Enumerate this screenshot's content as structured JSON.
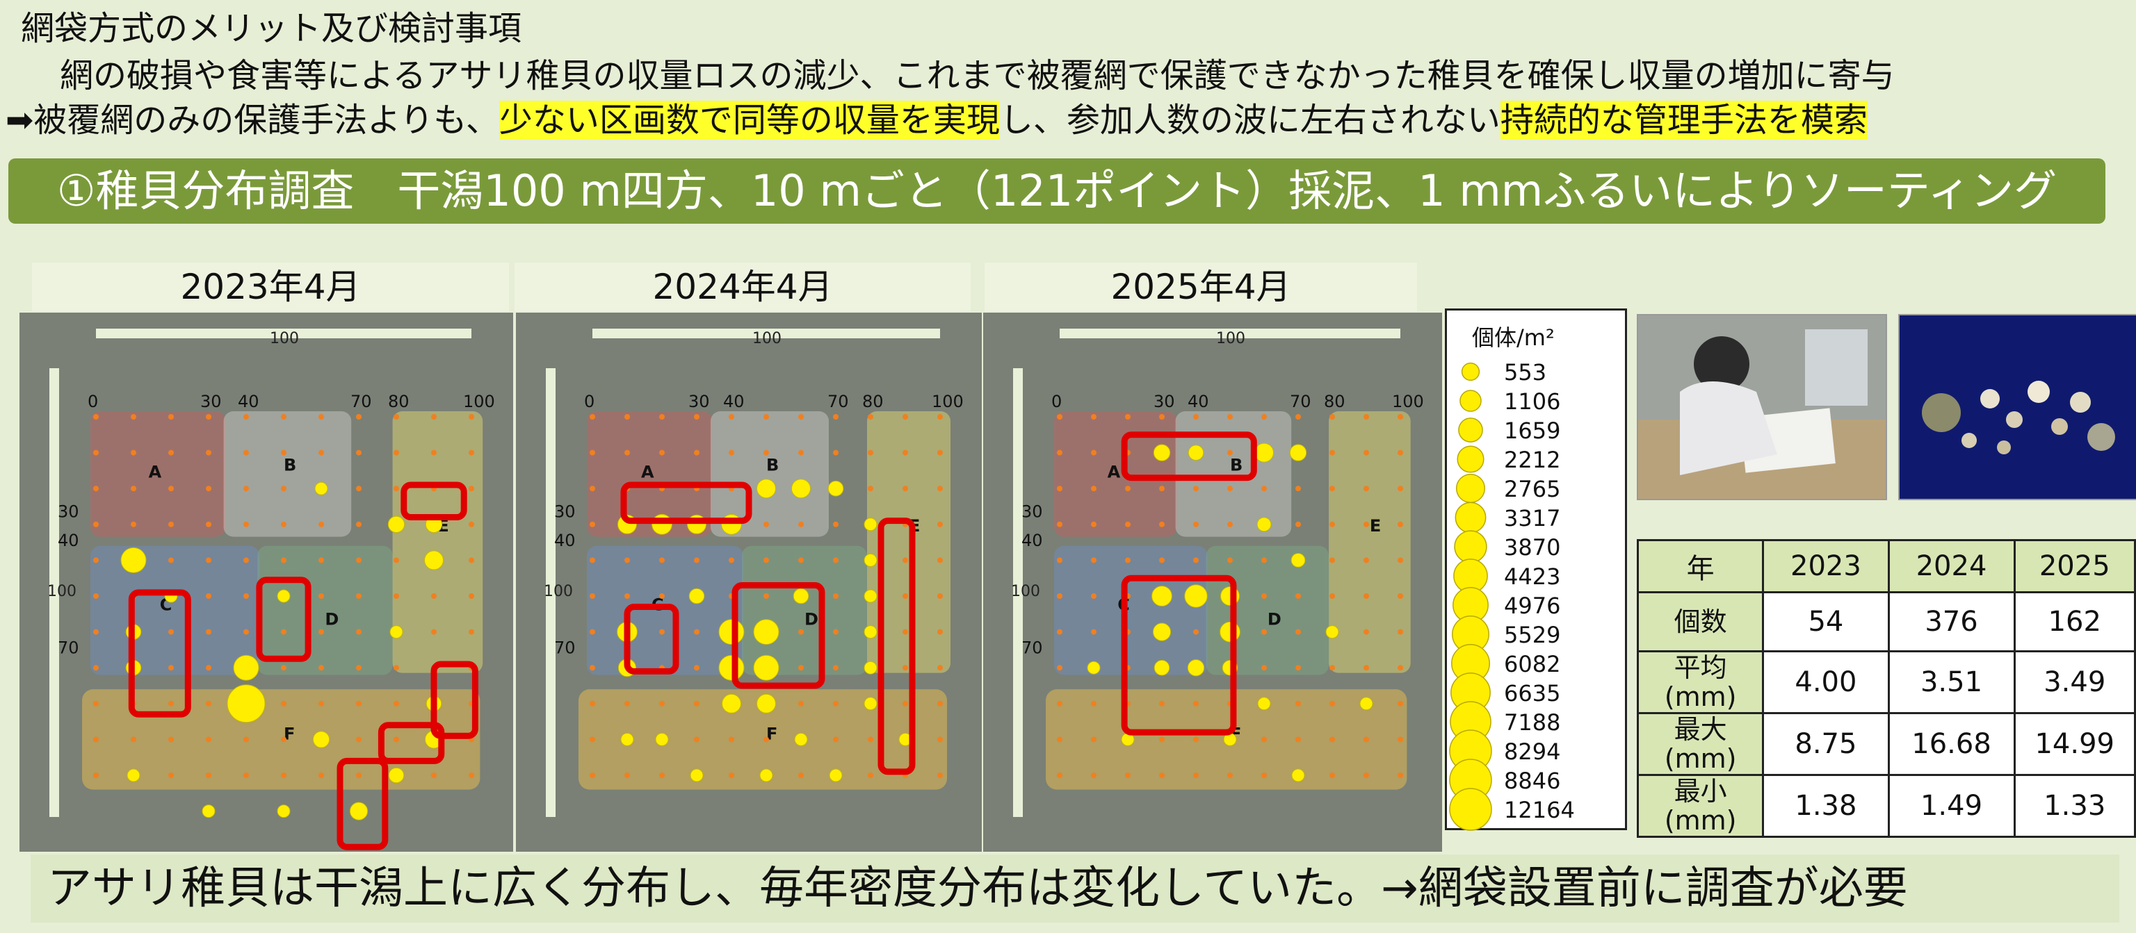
{
  "header": {
    "title": "網袋方式のメリット及び検討事項",
    "line1": "網の破損や食害等によるアサリ稚貝の収量ロスの減少、これまで被覆網で保護できなかった稚貝を確保し収量の増加に寄与",
    "line2_prefix": "➡被覆網のみの保護手法よりも、",
    "line2_highlight1": "少ない区画数で同等の収量を実現",
    "line2_middle": "し、参加人数の波に左右されない",
    "line2_highlight2": "持続的な管理手法を模索"
  },
  "banner": "①稚貝分布調査　干潟100 m四方、10 mごと（121ポイント）採泥、1 mmふるいによりソーティング",
  "maps": [
    {
      "year_label": "2023年4月"
    },
    {
      "year_label": "2024年4月"
    },
    {
      "year_label": "2025年4月"
    }
  ],
  "map_text": {
    "top_scale": "100",
    "left_scale": "100",
    "ticks_x": [
      "0",
      "30",
      "40",
      "70",
      "80",
      "100"
    ],
    "ticks_y": [
      "30",
      "40",
      "70"
    ],
    "zones": [
      "A",
      "B",
      "C",
      "D",
      "E",
      "F"
    ]
  },
  "legend": {
    "title": "個体/m²",
    "values": [
      "553",
      "1106",
      "1659",
      "2212",
      "2765",
      "3317",
      "3870",
      "4423",
      "4976",
      "5529",
      "6082",
      "6635",
      "7188",
      "8294",
      "8846",
      "12164"
    ]
  },
  "table": {
    "header": [
      "年",
      "2023",
      "2024",
      "2025"
    ],
    "rows": [
      {
        "label": "個数",
        "values": [
          "54",
          "376",
          "162"
        ]
      },
      {
        "label": "平均\n(mm)",
        "values": [
          "4.00",
          "3.51",
          "3.49"
        ]
      },
      {
        "label": "最大\n(mm)",
        "values": [
          "8.75",
          "16.68",
          "14.99"
        ]
      },
      {
        "label": "最小\n(mm)",
        "values": [
          "1.38",
          "1.49",
          "1.33"
        ]
      }
    ]
  },
  "footer": "アサリ稚貝は干潟上に広く分布し、毎年密度分布は変化していた。→網袋設置前に調査が必要",
  "colors": {
    "background": "#e6eed6",
    "banner": "#7a9a3a",
    "highlight": "#ffff2a",
    "bubble": "#ffee00",
    "frame": "#e00000"
  }
}
